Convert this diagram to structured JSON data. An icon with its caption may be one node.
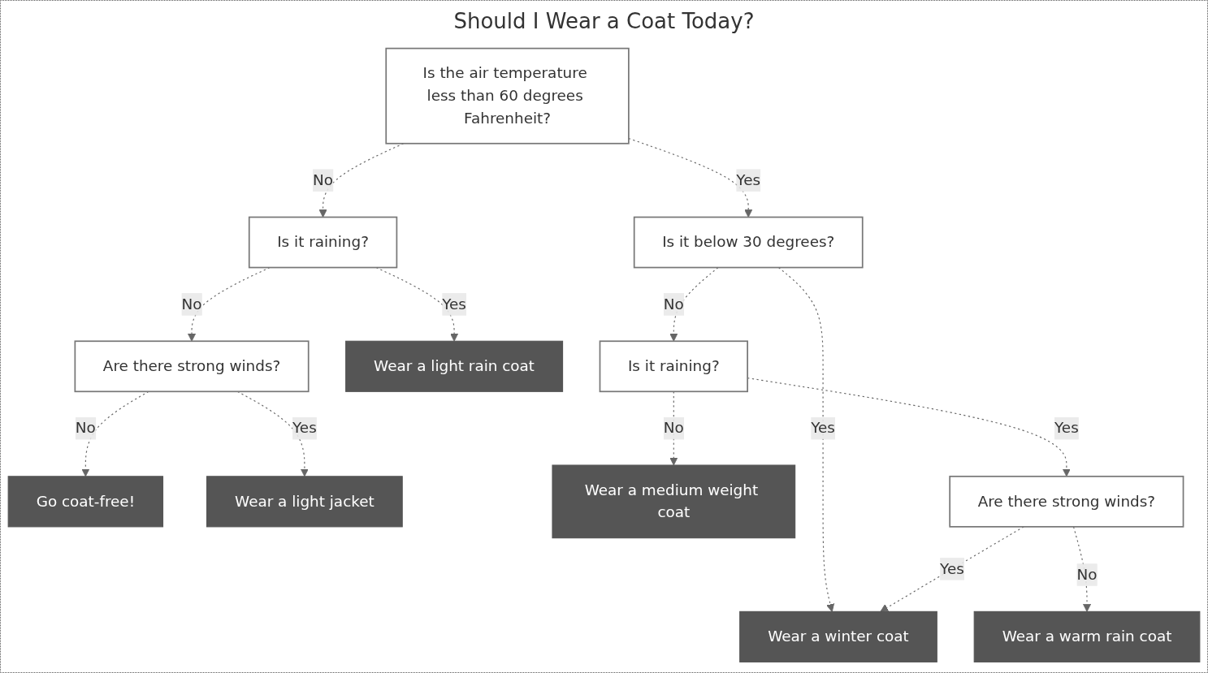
{
  "diagram": {
    "title": "Should I Wear a Coat Today?",
    "nodes": [
      {
        "text": [
          "Is the air temperature less than 60 degrees Fahrenheit?"
        ]
      },
      {
        "text": [
          "Is it raining?"
        ]
      },
      {
        "text": [
          "Is it below 30 degrees?"
        ]
      },
      {
        "text": [
          "Are there strong winds?"
        ]
      },
      {
        "text": [
          "Wear a light rain coat"
        ]
      },
      {
        "text": [
          "Wear a winter coat"
        ]
      },
      {
        "text": [
          "Is it raining?"
        ]
      },
      {
        "text": [
          "Go coat-free!"
        ]
      },
      {
        "text": [
          "Wear a light jacket"
        ]
      },
      {
        "text": [
          "Wear a medium weight coat"
        ]
      },
      {
        "text": [
          "Wear a warm rain coat"
        ]
      },
      {
        "text": [
          "Are there strong winds?"
        ]
      }
    ],
    "edges": [
      {
        "from": 0,
        "to": 1,
        "arrow": "to",
        "label": "No",
        "style": "dashed"
      },
      {
        "from": 0,
        "to": 2,
        "arrow": "to",
        "label": "Yes",
        "style": "dashed"
      },
      {
        "from": 1,
        "to": 3,
        "arrow": "to",
        "label": "No",
        "style": "dashed"
      },
      {
        "from": 1,
        "to": 4,
        "arrow": "to",
        "label": "Yes",
        "style": "dashed"
      },
      {
        "from": 3,
        "to": 7,
        "arrow": "to",
        "label": "No",
        "style": "dashed"
      },
      {
        "from": 3,
        "to": 8,
        "arrow": "to",
        "label": "Yes",
        "style": "dashed"
      },
      {
        "from": 2,
        "to": 6,
        "arrow": "to",
        "label": "No",
        "style": "dashed"
      },
      {
        "from": 2,
        "to": 5,
        "arrow": "to",
        "label": "Yes",
        "style": "dashed"
      },
      {
        "from": 6,
        "to": 9,
        "arrow": "to",
        "label": "No",
        "style": "dashed"
      },
      {
        "from": 6,
        "to": 11,
        "arrow": "to",
        "label": "Yes",
        "style": "dashed"
      },
      {
        "from": 11,
        "to": 5,
        "arrow": "to",
        "label": "Yes",
        "style": "dashed"
      },
      {
        "from": 11,
        "to": 10,
        "arrow": "to",
        "label": "No",
        "style": "dashed"
      }
    ]
  }
}
